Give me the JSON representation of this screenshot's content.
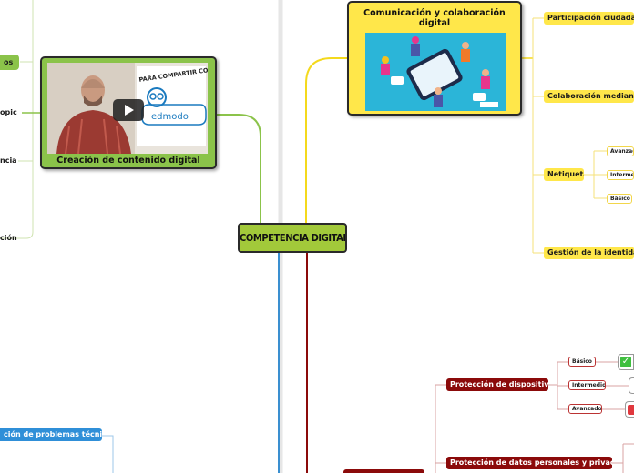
{
  "central": {
    "label": "COMPETENCIA DIGITAL"
  },
  "left_branch": {
    "card_title": "Creación de contenido digital",
    "video_overlay_text": "PARA COMPARTIR CONTENIDOS",
    "video_logo_text": "edmodo",
    "items": [
      "os",
      "opic",
      "ncias",
      "ción"
    ]
  },
  "blue_branch": {
    "item": "ción de problemas técnicos"
  },
  "top_branch": {
    "card_title": "Comunicación y colaboración digital",
    "items": [
      "Participación ciudadana",
      "Colaboración mediante c",
      "Netiqueta",
      "Gestión de la identidad d"
    ],
    "netiqueta_levels": [
      "Avanzad",
      "Interme",
      "Básico"
    ]
  },
  "bottom_branch": {
    "items": [
      "Protección de dispositivos",
      "Protección de datos personales y privacidad"
    ],
    "levels": [
      "Básico",
      "Intermedio",
      "Avanzado"
    ]
  },
  "colors": {
    "green": "#8bc34a",
    "yellow": "#ffe74a",
    "red": "#8b0a0a",
    "blue": "#2f8fd8",
    "central": "#a2c93a"
  }
}
